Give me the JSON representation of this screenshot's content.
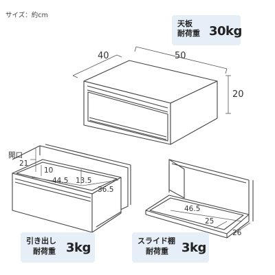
{
  "header": {
    "size_note": "サイズ：約cm"
  },
  "top_callout": {
    "label_line1": "天板",
    "label_line2": "耐荷重",
    "value": "30kg"
  },
  "cabinet": {
    "depth": "40",
    "width": "50",
    "height": "20"
  },
  "drawer": {
    "opening_label": "開口",
    "opening_height": "21",
    "inner_height": "10",
    "inner_width": "44.5",
    "inner_side": "13.5",
    "inner_depth": "36.5"
  },
  "drawer_callout": {
    "label_line1": "引き出し",
    "label_line2": "耐荷重",
    "value": "3kg"
  },
  "slide_shelf": {
    "width": "46.5",
    "depth": "25",
    "outer_depth": "26"
  },
  "slide_callout": {
    "label_line1": "スライド棚",
    "label_line2": "耐荷重",
    "value": "3kg"
  }
}
